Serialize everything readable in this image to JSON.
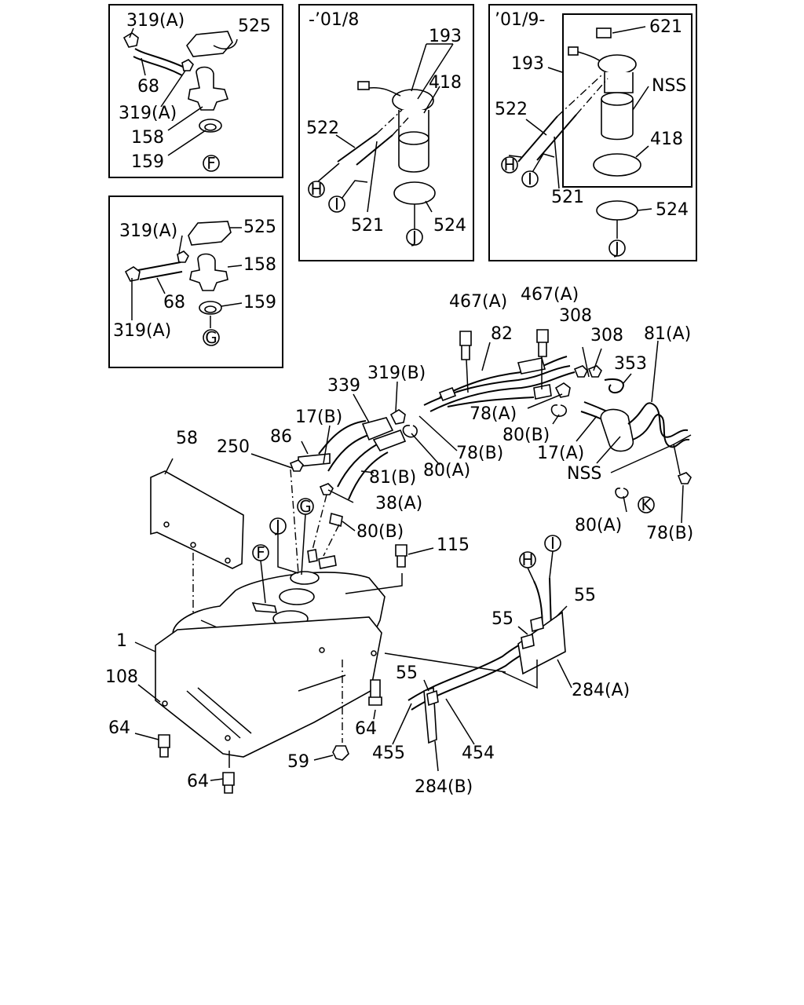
{
  "insets": {
    "early_label": "-’01/8",
    "late_label": "’01/9-"
  },
  "letters": {
    "F": "F",
    "G": "G",
    "H": "H",
    "I": "I",
    "J": "J",
    "K": "K"
  },
  "labels": {
    "p319a": "319(A)",
    "p525": "525",
    "p68": "68",
    "p158": "158",
    "p159": "159",
    "p193": "193",
    "p418": "418",
    "p522": "522",
    "p521": "521",
    "p524": "524",
    "p621": "621",
    "nss": "NSS",
    "p467a": "467(A)",
    "p82": "82",
    "p308": "308",
    "p81a": "81(A)",
    "p353": "353",
    "p339": "339",
    "p319b": "319(B)",
    "p17b": "17(B)",
    "p78a": "78(A)",
    "p80b": "80(B)",
    "p17a": "17(A)",
    "p86": "86",
    "p250": "250",
    "p78b": "78(B)",
    "p80a": "80(A)",
    "p81b": "81(B)",
    "p58": "58",
    "p38a": "38(A)",
    "p115": "115",
    "p55": "55",
    "p1": "1",
    "p108": "108",
    "p64": "64",
    "p59": "59",
    "p455": "455",
    "p454": "454",
    "p284a": "284(A)",
    "p284b": "284(B)"
  }
}
